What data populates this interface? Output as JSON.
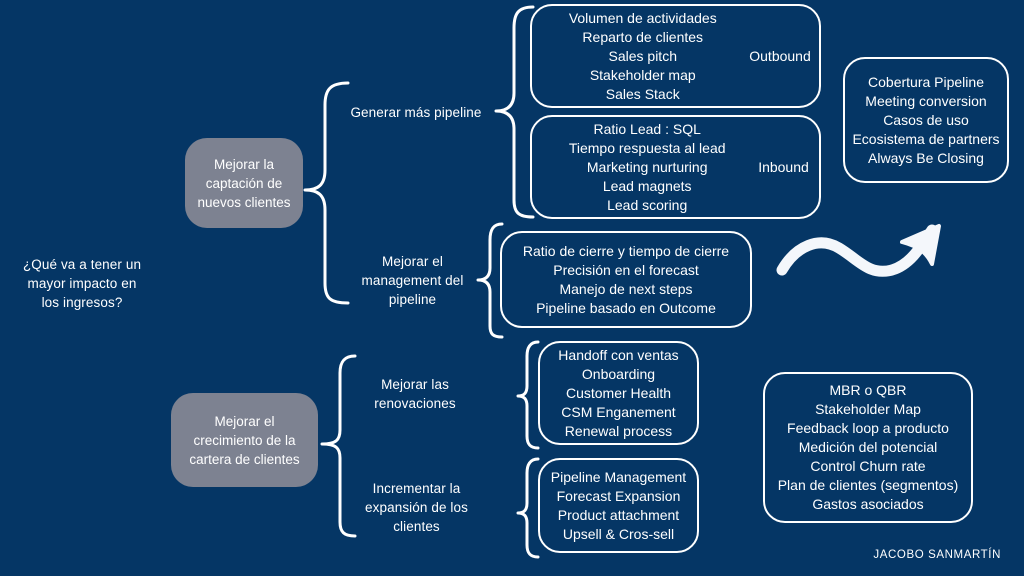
{
  "question": [
    "¿Qué va a tener un",
    "mayor impacto en",
    "los ingresos?"
  ],
  "goals": [
    {
      "label": [
        "Mejorar la",
        "captación de",
        "nuevos clientes"
      ],
      "subgoals": [
        {
          "label": [
            "Generar más pipeline"
          ],
          "groups": [
            {
              "tag": "Outbound",
              "items": [
                "Volumen de actividades",
                "Reparto de clientes",
                "Sales pitch",
                "Stakeholder map",
                "Sales Stack"
              ]
            },
            {
              "tag": "Inbound",
              "items": [
                "Ratio Lead : SQL",
                "Tiempo respuesta al lead",
                "Marketing nurturing",
                "Lead magnets",
                "Lead scoring"
              ]
            }
          ]
        },
        {
          "label": [
            "Mejorar el",
            "management del",
            "pipeline"
          ],
          "items": [
            "Ratio de cierre y tiempo de cierre",
            "Precisión en el forecast",
            "Manejo de next steps",
            "Pipeline basado en Outcome"
          ]
        }
      ]
    },
    {
      "label": [
        "Mejorar el",
        "crecimiento de la",
        "cartera de clientes"
      ],
      "subgoals": [
        {
          "label": [
            "Mejorar las",
            "renovaciones"
          ],
          "items": [
            "Handoff con ventas",
            "Onboarding",
            "Customer Health",
            "CSM Enganement",
            "Renewal process"
          ]
        },
        {
          "label": [
            "Incrementar la",
            "expansión de los",
            "clientes"
          ],
          "items": [
            "Pipeline Management",
            "Forecast Expansion",
            "Product attachment",
            "Upsell & Cros-sell"
          ]
        }
      ]
    }
  ],
  "highlights_top": [
    "Cobertura Pipeline",
    "Meeting conversion",
    "Casos de uso",
    "Ecosistema de partners",
    "Always Be Closing"
  ],
  "highlights_bottom": [
    "MBR o QBR",
    "Stakeholder Map",
    "Feedback loop a producto",
    "Medición del potencial",
    "Control Churn rate",
    "Plan de clientes (segmentos)",
    "Gastos asociados"
  ],
  "icons": {
    "arrow": "trend-up-arrow-icon"
  },
  "author": "JACOBO SANMARTÍN",
  "colors": {
    "background": "#053665",
    "goal_box": "#7d8291",
    "text": "#ffffff"
  }
}
